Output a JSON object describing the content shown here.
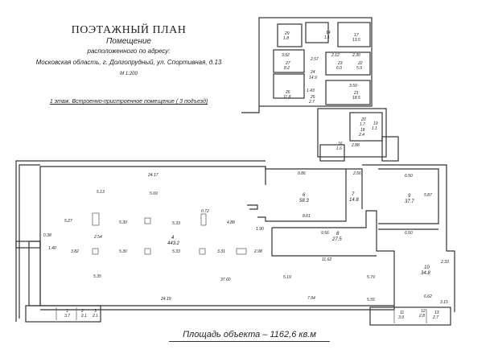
{
  "header": {
    "title": "ПОЭТАЖНЫЙ ПЛАН",
    "subtitle": "Помещение",
    "located": "расположенного по адресу:",
    "address": "Московская область, г. Долгопрудный, ул. Спортивная, д.13",
    "scale": "М 1:200",
    "floor_note": "1 этаж. Встроенно-пристроенное помещение ( 3 подъезд)"
  },
  "footer": {
    "area": "Площадь объекта – 1162,6 кв.м"
  },
  "rooms": [
    {
      "n": "4",
      "a": "443.2"
    },
    {
      "n": "6",
      "a": "58.3"
    },
    {
      "n": "7",
      "a": "14.8"
    },
    {
      "n": "9",
      "a": "37.7"
    },
    {
      "n": "8",
      "a": "27.5"
    },
    {
      "n": "10",
      "a": "34.8"
    },
    {
      "n": "1",
      "a": "3.7"
    },
    {
      "n": "2",
      "a": "2.1"
    },
    {
      "n": "3",
      "a": "2.1"
    },
    {
      "n": "11",
      "a": "3.9"
    },
    {
      "n": "12",
      "a": "2.8"
    },
    {
      "n": "13",
      "a": "2.7"
    },
    {
      "n": "29",
      "a": "1.8"
    },
    {
      "n": "27",
      "a": "8.2"
    },
    {
      "n": "26",
      "a": "11.8"
    },
    {
      "n": "24",
      "a": "14.9"
    },
    {
      "n": "23",
      "a": "6.0"
    },
    {
      "n": "22",
      "a": "5.9"
    },
    {
      "n": "21",
      "a": "18.5"
    },
    {
      "n": "25",
      "a": "2.7"
    },
    {
      "n": "17",
      "a": "13.5"
    },
    {
      "n": "20",
      "a": "1.7"
    },
    {
      "n": "19",
      "a": "1.1"
    },
    {
      "n": "18",
      "a": "2.4"
    },
    {
      "n": "16",
      "a": "1.6"
    },
    {
      "n": "14",
      "a": "1.1"
    }
  ],
  "dims": [
    "24.17",
    "5.13",
    "5.69",
    "5.27",
    "5.30",
    "5.33",
    "4.88",
    "2.54",
    "3.82",
    "5.30",
    "5.33",
    "3.31",
    "2.98",
    "5.35",
    "37.60",
    "24.19",
    "7.94",
    "5.55",
    "5.19",
    "5.79",
    "0.86",
    "2.56",
    "6.50",
    "5.87",
    "8.61",
    "9.56",
    "11.62",
    "6.50",
    "2.33",
    "6.62",
    "3.15",
    "3.92",
    "2.57",
    "2.12",
    "2.30",
    "3.50",
    "1.43",
    "2.88",
    "1.90",
    "1.40",
    "0.38",
    "0.72"
  ]
}
